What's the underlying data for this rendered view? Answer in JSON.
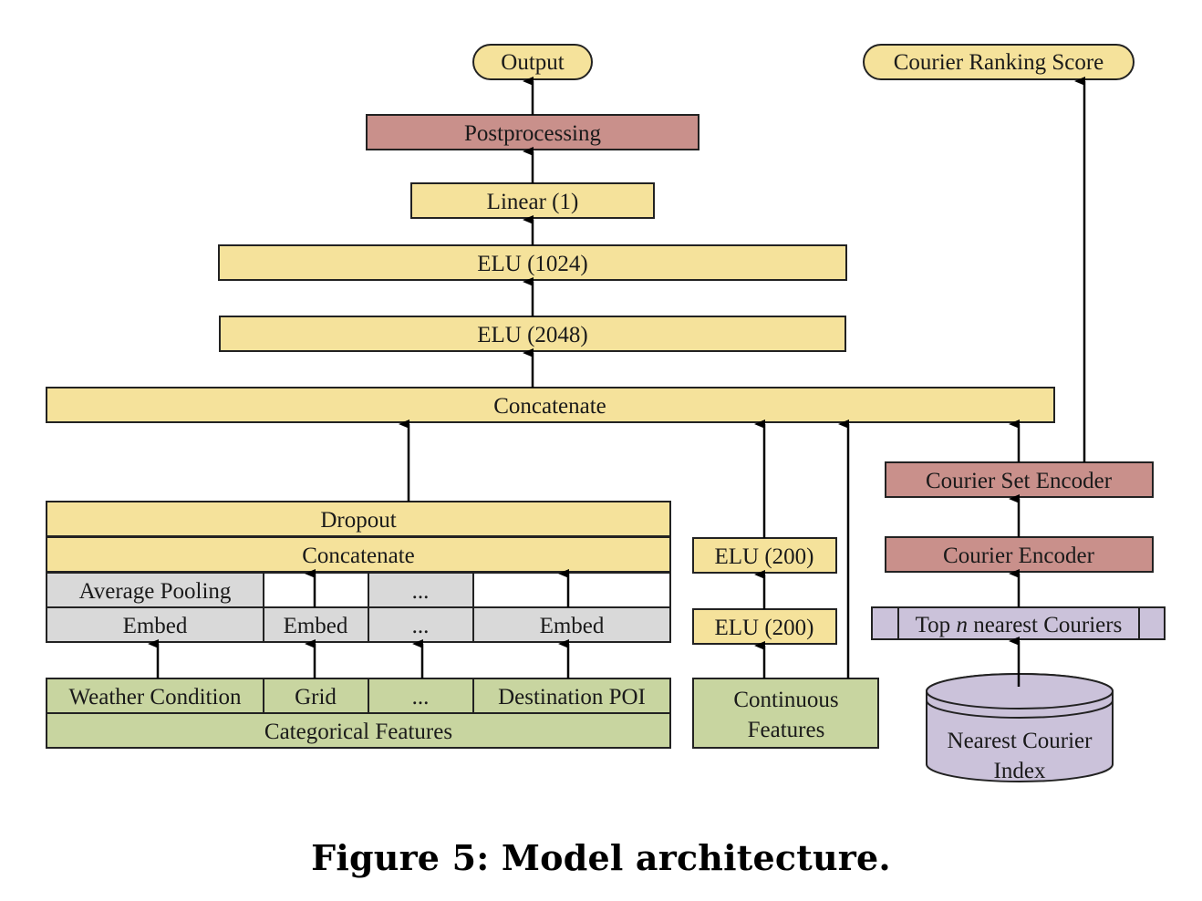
{
  "figure": {
    "caption": "Figure 5: Model architecture.",
    "colors": {
      "dense_layer": "#f5e29b",
      "encoder": "#c9908b",
      "embedding": "#d9d9d9",
      "feature_input": "#c8d5a0",
      "courier_retrieval": "#cbc2da"
    },
    "main_tower": {
      "output": "Output",
      "postprocessing": "Postprocessing",
      "linear": "Linear (1)",
      "elu_1024": "ELU (1024)",
      "elu_2048": "ELU (2048)",
      "concatenate": "Concatenate"
    },
    "categorical_branch": {
      "dropout": "Dropout",
      "concatenate": "Concatenate",
      "pooling_row": [
        "Average Pooling",
        "",
        "...",
        ""
      ],
      "embed_row": [
        "Embed",
        "Embed",
        "...",
        "Embed"
      ],
      "feature_row": [
        "Weather Condition",
        "Grid",
        "...",
        "Destination POI"
      ],
      "group_label": "Categorical Features"
    },
    "continuous_branch": {
      "elu_top": "ELU (200)",
      "elu_bottom": "ELU (200)",
      "features_line1": "Continuous",
      "features_line2": "Features"
    },
    "courier_branch": {
      "ranking_score": "Courier Ranking Score",
      "set_encoder": "Courier Set Encoder",
      "encoder": "Courier Encoder",
      "top_n_prefix": "Top ",
      "top_n_var": "n",
      "top_n_suffix": " nearest Couriers",
      "index_line1": "Nearest Courier",
      "index_line2": "Index"
    }
  }
}
